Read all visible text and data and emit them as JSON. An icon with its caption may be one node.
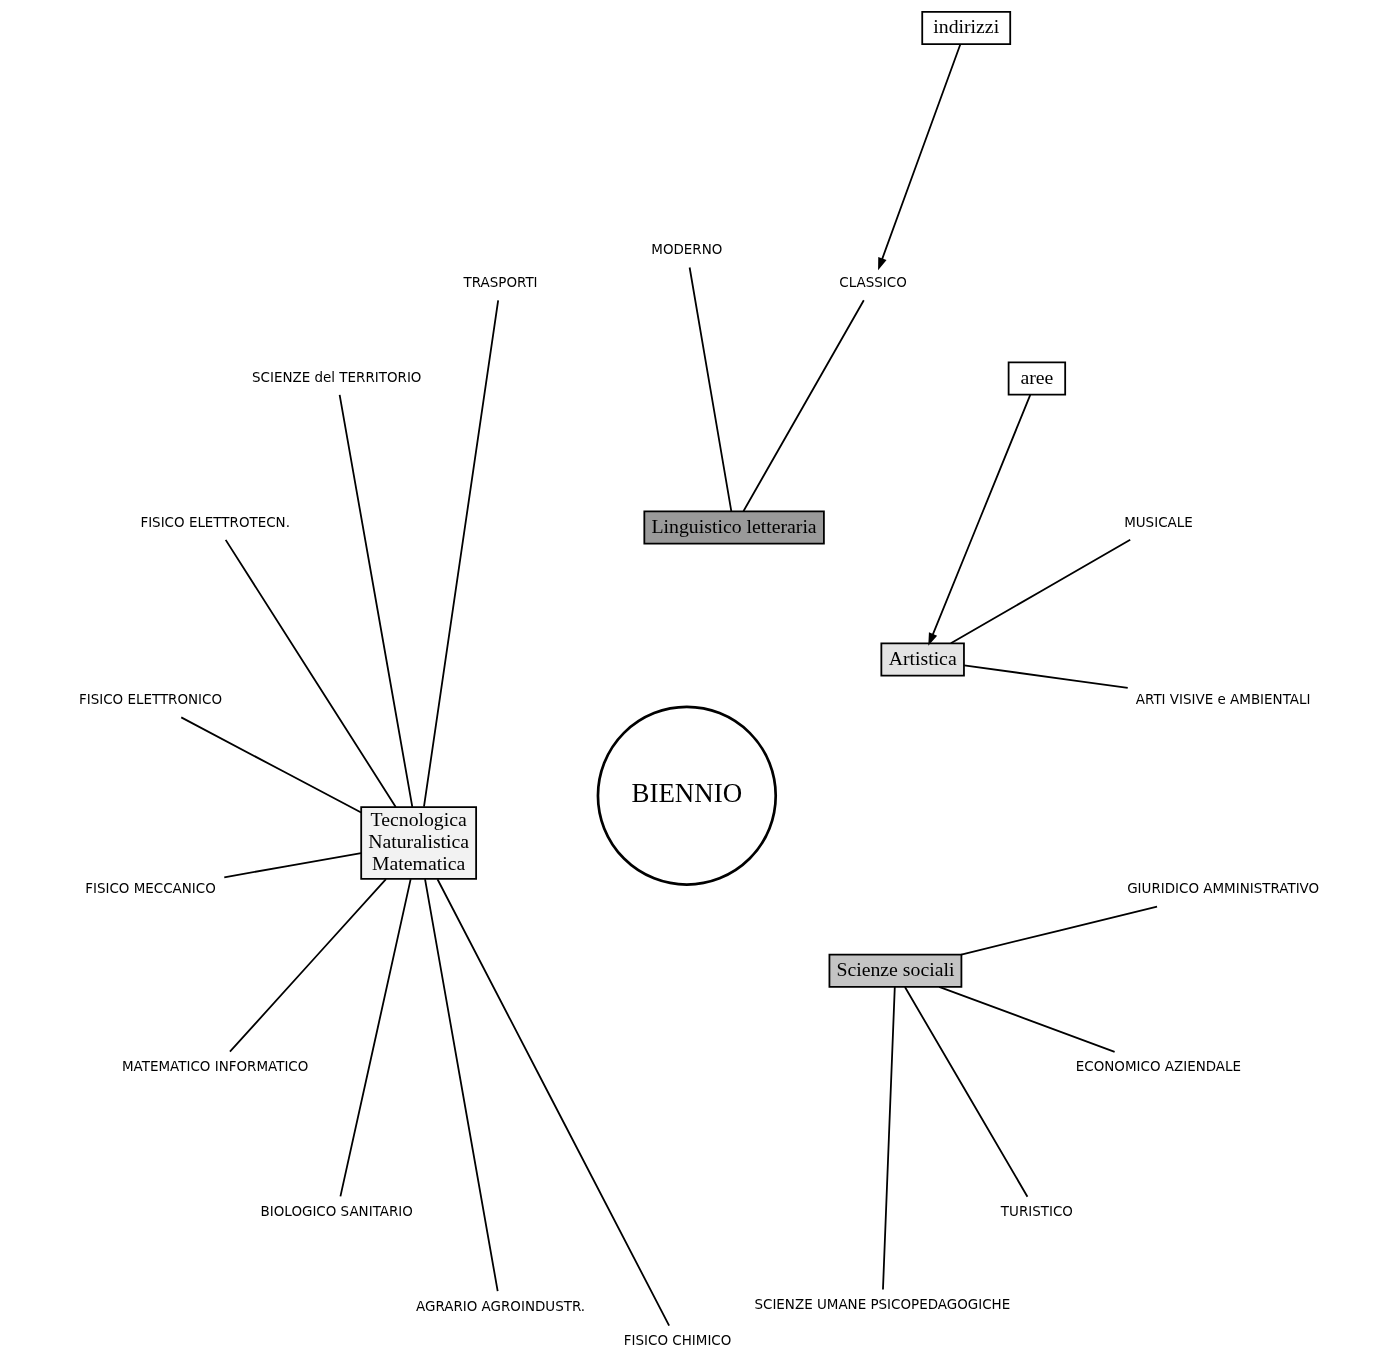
{
  "diagram": {
    "nodes": [
      {
        "text": [
          "BIENNIO"
        ]
      },
      {
        "text": [
          "Artistica"
        ]
      },
      {
        "text": [
          "Linguistico letteraria"
        ]
      },
      {
        "text": [
          "Tecnologica",
          "Naturalistica",
          "Matematica"
        ]
      },
      {
        "text": [
          "Scienze sociali"
        ]
      },
      {
        "text": [
          "ARTI VISIVE e AMBIENTALI"
        ]
      },
      {
        "text": [
          "MUSICALE"
        ]
      },
      {
        "text": [
          "CLASSICO"
        ]
      },
      {
        "text": [
          "MODERNO"
        ]
      },
      {
        "text": [
          "SCIENZE UMANE PSICOPEDAGOGICHE"
        ]
      },
      {
        "text": [
          "TURISTICO"
        ]
      },
      {
        "text": [
          "ECONOMICO AZIENDALE"
        ]
      },
      {
        "text": [
          "GIURIDICO AMMINISTRATIVO"
        ]
      },
      {
        "text": [
          "TRASPORTI"
        ]
      },
      {
        "text": [
          "SCIENZE del TERRITORIO"
        ]
      },
      {
        "text": [
          "FISICO ELETTROTECN."
        ]
      },
      {
        "text": [
          "FISICO ELETTRONICO"
        ]
      },
      {
        "text": [
          "FISICO MECCANICO"
        ]
      },
      {
        "text": [
          "MATEMATICO INFORMATICO"
        ]
      },
      {
        "text": [
          "BIOLOGICO SANITARIO"
        ]
      },
      {
        "text": [
          "AGRARIO AGROINDUSTR."
        ]
      },
      {
        "text": [
          "FISICO CHIMICO"
        ]
      },
      {
        "text": [
          "indirizzi"
        ]
      },
      {
        "text": [
          "aree"
        ]
      }
    ],
    "edges": [
      {
        "from": 1,
        "to": 5,
        "arrow": "none"
      },
      {
        "from": 1,
        "to": 6,
        "arrow": "none"
      },
      {
        "from": 2,
        "to": 7,
        "arrow": "none"
      },
      {
        "from": 2,
        "to": 8,
        "arrow": "none"
      },
      {
        "from": 4,
        "to": 9,
        "arrow": "none"
      },
      {
        "from": 4,
        "to": 10,
        "arrow": "none"
      },
      {
        "from": 4,
        "to": 11,
        "arrow": "none"
      },
      {
        "from": 4,
        "to": 12,
        "arrow": "none"
      },
      {
        "from": 3,
        "to": 13,
        "arrow": "none"
      },
      {
        "from": 3,
        "to": 14,
        "arrow": "none"
      },
      {
        "from": 3,
        "to": 15,
        "arrow": "none"
      },
      {
        "from": 3,
        "to": 16,
        "arrow": "none"
      },
      {
        "from": 3,
        "to": 17,
        "arrow": "none"
      },
      {
        "from": 3,
        "to": 18,
        "arrow": "none"
      },
      {
        "from": 3,
        "to": 19,
        "arrow": "none"
      },
      {
        "from": 3,
        "to": 20,
        "arrow": "none"
      },
      {
        "from": 3,
        "to": 21,
        "arrow": "none"
      },
      {
        "from": 22,
        "to": 7,
        "arrow": "to"
      },
      {
        "from": 23,
        "to": 1,
        "arrow": "to"
      }
    ]
  }
}
